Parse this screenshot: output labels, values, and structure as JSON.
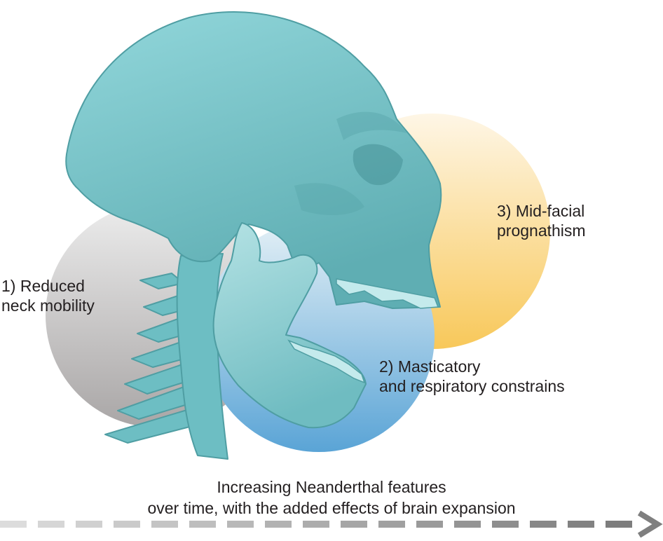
{
  "labels": {
    "neck": [
      "1) Reduced",
      "neck mobility"
    ],
    "masticatory": [
      "2) Masticatory",
      "and respiratory constrains"
    ],
    "midfacial": [
      "3) Mid-facial",
      "prognathism"
    ]
  },
  "caption": [
    "Increasing Neanderthal features",
    "over time, with the added effects of brain expansion"
  ],
  "colors": {
    "skull": "#7dc9cd",
    "skull_shade": "#4f9ea3",
    "neck_circle_top": "#ececec",
    "neck_circle_bottom": "#a9a6a6",
    "masticatory_circle_top": "#e4f0f6",
    "masticatory_circle_bottom": "#5aa4d6",
    "midfacial_circle_top": "#fef6e6",
    "midfacial_circle_bottom": "#f8c85a",
    "arrow": "#7f7f7f",
    "text": "#231f20"
  },
  "icons": {
    "skull": "skull-with-mandible-and-cervical-spine",
    "arrow": "dashed-arrow-right"
  }
}
